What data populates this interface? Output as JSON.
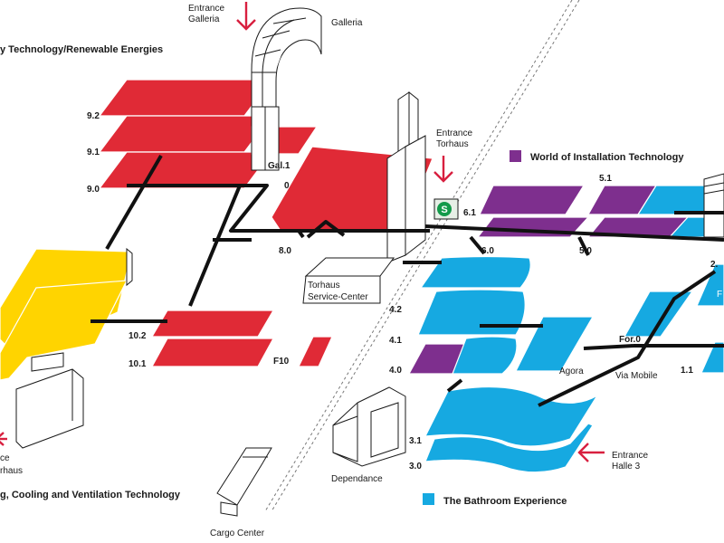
{
  "colors": {
    "energy": "#e02a36",
    "heating": "#ffd400",
    "installation": "#7e2f8e",
    "bathroom": "#16a9e1",
    "arrow": "#d81f3f"
  },
  "legend": {
    "energy": "y Technology/Renewable Energies",
    "installation": "World of Installation Technology",
    "bathroom": "The Bathroom Experience",
    "heating": "g, Cooling and Ventilation Technology"
  },
  "entrances": {
    "galleria_1": "Entrance",
    "galleria_2": "Galleria",
    "torhaus_1": "Entrance",
    "torhaus_2": "Torhaus",
    "halle3_1": "Entrance",
    "halle3_2": "Halle 3",
    "left_1": "ce",
    "left_2": "rhaus"
  },
  "places": {
    "galleria": "Galleria",
    "torhaus_1": "Torhaus",
    "torhaus_2": "Service-Center",
    "agora": "Agora",
    "via_mobile": "Via Mobile",
    "dependance": "Dependance",
    "cargo_center": "Cargo Center",
    "s_bahn": "S"
  },
  "levels": {
    "l9_2": "9.2",
    "l9_1": "9.1",
    "l9_0": "9.0",
    "gal1": "Gal.1",
    "zero": "0",
    "l8_0": "8.0",
    "l10_2": "10.2",
    "l10_1": "10.1",
    "f10": "F10",
    "l6_1": "6.1",
    "l6_0": "6.0",
    "l5_1": "5.1",
    "l5_0": "5.0",
    "l4_2": "4.2",
    "l4_1": "4.1",
    "l4_0": "4.0",
    "for0": "For.0",
    "l3_1": "3.1",
    "l3_0": "3.0",
    "l2": "2.",
    "l1_1": "1.1",
    "f": "F"
  }
}
